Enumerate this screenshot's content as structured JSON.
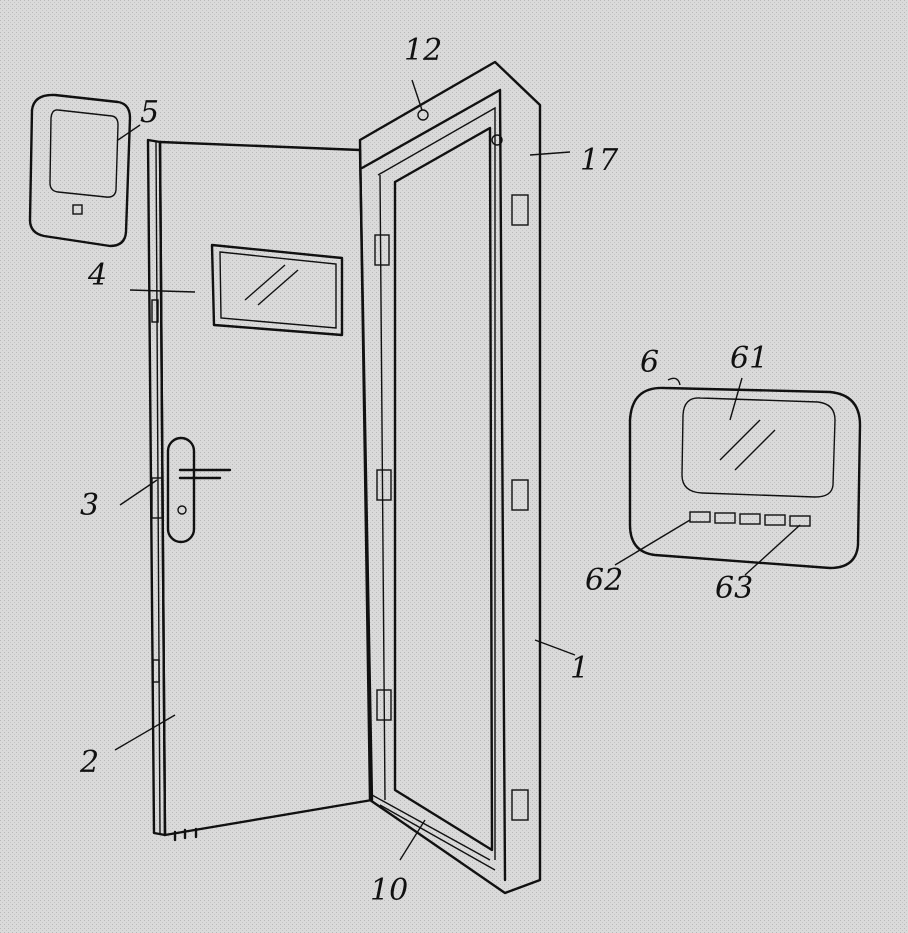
{
  "figure": {
    "labels": {
      "frame": "1",
      "door": "2",
      "lock": "3",
      "door_body": "4",
      "remote_device": "5",
      "control_panel": "6",
      "threshold": "10",
      "top_frame": "12",
      "frame_side": "17",
      "display_screen": "61",
      "keys": "62",
      "indicator_key": "63"
    }
  }
}
